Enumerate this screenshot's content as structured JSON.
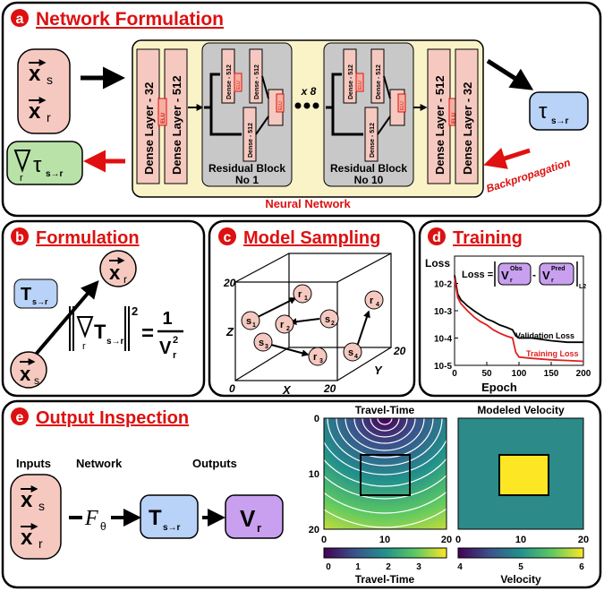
{
  "panel_a": {
    "letter": "a",
    "title": "Network Formulation",
    "inputs": [
      "x",
      "x"
    ],
    "input_subs": [
      "s",
      "r"
    ],
    "layers_left": [
      "Dense Layer - 32",
      "Dense Layer - 512"
    ],
    "layers_right": [
      "Dense Layer - 512",
      "Dense Layer - 32"
    ],
    "elu": "ELU",
    "res_dense": "Dense - 512",
    "repeat": "x 8",
    "res_block_1": [
      "Residual Block",
      "No 1"
    ],
    "res_block_10": [
      "Residual Block",
      "No 10"
    ],
    "network_label": "Neural Network",
    "output_tau": "τ",
    "output_sub": "s→r",
    "gradient_tau": "τ",
    "gradient_sub": "r",
    "gradient_sub2": "s→r",
    "backprop": "Backpropagation"
  },
  "panel_b": {
    "letter": "b",
    "title": "Formulation",
    "T": "T",
    "T_sub": "s→r",
    "xr": "x",
    "xr_sub": "r",
    "xs": "x",
    "xs_sub": "s",
    "eq_T": "T",
    "eq_sub_r": "r",
    "eq_sub_sr": "s→r",
    "eq_pow": "2",
    "eq_one": "1",
    "eq_V": "V",
    "eq_V_sub": "r",
    "eq_V_pow": "2"
  },
  "panel_c": {
    "letter": "c",
    "title": "Model Sampling",
    "axis_z": "Z",
    "axis_x": "X",
    "axis_y": "Y",
    "tick_20a": "20",
    "tick_0a": "0",
    "tick_20b": "20",
    "tick_20c": "20",
    "points": [
      "s1",
      "r1",
      "r2",
      "s2",
      "s3",
      "r3",
      "s4",
      "r4"
    ],
    "point_letters": [
      "s",
      "r",
      "r",
      "s",
      "s",
      "r",
      "s",
      "r"
    ],
    "point_subs": [
      "1",
      "1",
      "2",
      "2",
      "3",
      "3",
      "4",
      "4"
    ]
  },
  "panel_d": {
    "letter": "d",
    "title": "Training",
    "ylabel": "Loss",
    "xlabel": "Epoch",
    "loss_eq": "Loss =",
    "V_obs": "V",
    "obs_sup": "Obs",
    "V_pred": "V",
    "pred_sup": "Pred",
    "sub_r": "r",
    "norm_sub": "L2",
    "validation": "Validation Loss",
    "training": "Training Loss",
    "ytick_labels": [
      "10-2",
      "10-3",
      "10-4",
      "10-5"
    ],
    "xtick_labels": [
      "0",
      "50",
      "100",
      "150",
      "200"
    ]
  },
  "chart_data": {
    "type": "line",
    "xlabel": "Epoch",
    "ylabel": "Loss",
    "yscale": "log",
    "xlim": [
      0,
      200
    ],
    "ylim": [
      1e-05,
      0.1
    ],
    "series": [
      {
        "name": "Validation Loss",
        "color": "#000000",
        "x": [
          0,
          5,
          10,
          20,
          30,
          40,
          50,
          60,
          70,
          80,
          90,
          95,
          100,
          120,
          150,
          175,
          200
        ],
        "y": [
          0.02,
          0.004,
          0.0025,
          0.0015,
          0.001,
          0.0007,
          0.0005,
          0.0004,
          0.0003,
          0.00025,
          0.0002,
          0.00012,
          0.0001,
          0.0001,
          8e-05,
          7e-05,
          7e-05
        ]
      },
      {
        "name": "Training Loss",
        "color": "#e02020",
        "x": [
          0,
          5,
          10,
          20,
          30,
          40,
          50,
          60,
          70,
          80,
          90,
          95,
          100,
          120,
          150,
          175,
          200
        ],
        "y": [
          0.015,
          0.003,
          0.0018,
          0.001,
          0.0006,
          0.0004,
          0.0003,
          0.0002,
          0.00015,
          0.00012,
          0.0001,
          3e-05,
          2e-05,
          1.8e-05,
          1.6e-05,
          1.5e-05,
          1.4e-05
        ]
      }
    ]
  },
  "panel_e": {
    "letter": "e",
    "title": "Output Inspection",
    "inputs_label": "Inputs",
    "network_label": "Network",
    "outputs_label": "Outputs",
    "F": "F",
    "F_sub": "θ",
    "T": "T",
    "T_sub": "s→r",
    "V": "V",
    "V_sub": "r",
    "map1_title": "Travel-Time",
    "map2_title": "Modeled Velocity",
    "map_yticks": [
      "0",
      "10",
      "20"
    ],
    "map_xticks": [
      "0",
      "10",
      "20"
    ],
    "cb1_ticks": [
      "0",
      "1",
      "2",
      "3"
    ],
    "cb1_label": "Travel-Time",
    "cb2_ticks": [
      "4",
      "5",
      "6"
    ],
    "cb2_label": "Velocity"
  },
  "colors": {
    "red": "#d11111",
    "input_pink": "#f6c9c0",
    "output_blue": "#b8d2f8",
    "grad_green": "#b9e2a8",
    "network_yellow": "#fbf3c8",
    "res_gray": "#c8c8c8",
    "vr_purple": "#c9a0f0"
  }
}
